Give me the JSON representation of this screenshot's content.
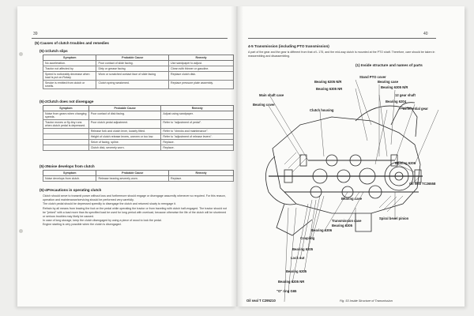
{
  "left_page": {
    "page_number": "39",
    "section_title": "(5) Causes of clutch troubles and remedies",
    "sub1": {
      "title": "(5)-1Clutch slips",
      "headers": [
        "Symptom",
        "Probable Cause",
        "Remedy"
      ],
      "rows": [
        [
          "No acceleration.",
          "Poor contact of slide facing.",
          "Use sandpaper to adjust."
        ],
        [
          "Tractor not affected by",
          "Dirty or grease facing",
          "Clean with thinner or gasoline."
        ],
        [
          "Speed is noticeably decrease when load is put on.Rotary",
          "Worn or scratched contact face of slide facing",
          "Replace clutch disk."
        ],
        [
          "Smoke is emitted from clutch or smells.",
          "Clutch spring weakened.",
          "Replace pressure plate assembly."
        ]
      ]
    },
    "sub2": {
      "title": "(5)-2Clutch does not disengage",
      "headers": [
        "Symptom",
        "Probable Cause",
        "Remedy"
      ],
      "rows": [
        [
          "Noise from gears when changing speeds.",
          "Poor contact of disk facing.",
          "Adjust using sandpaper."
        ],
        [
          "Tractor moves or fly-tiny runs when clutch pedal is depressed.",
          "Poor clutch pedal adjustment.",
          "Refer to \"adjustment of pedal\"."
        ],
        [
          "",
          "Release fork and clutch lever, loosely fitted.",
          "Refer to \"checks and maintenance\"."
        ],
        [
          "",
          "Height of clutch release levers, uneven or too low.",
          "Refer to \"adjustment of release levers\"."
        ],
        [
          "",
          "Seize of facing, spline.",
          "Replace."
        ],
        [
          "",
          "Clutch disk, severely worn.",
          "Replace."
        ]
      ]
    },
    "sub3": {
      "title": "(5)-3Noise develops from clutch",
      "headers": [
        "Symptom",
        "Probable Cause",
        "Remedy"
      ],
      "rows": [
        [
          "Noise develops from clutch.",
          "Release bearing severely worn.",
          "Replace."
        ]
      ]
    },
    "sub4": {
      "title": "(5)-4Precautions in operating clutch",
      "text": "Clutch should serve to transmit power without loss and furthermore should engage or disengage assuredly whenever so required. For this reason, operation and maintenance/servicing should be performed very carefully.\nThe clutch pedal should be depressed speedily to disengage the clutch and returned slowly to reengage it.\nRefrain by all means from leaving the foot on the pedal while operating the tractor or from traveling with clutch half-engaged. The tractor should not be \"jerked\" with a load more than its specified load be used for long period with overload, because otherwise the life of the clutch will be shortened or serious troubles may likely be caused.\nIn case of long storage, keep the clutch disengaged by using a piece of wood to lock the pedal.\nEngine starting is very possible when the clutch is disengaged."
    }
  },
  "right_page": {
    "page_number": "40",
    "section_title": "4-5 Transmission (including PTO transmission)",
    "intro": "A part of the gear and the gear is different from that of L 175, and the mid-way clutch is mounted at the PTO shaft. Therefore, care should be taken in reassembling and disassembling.",
    "sub_title": "(1) Inside structure and names of parts",
    "labels": [
      "Stand PTO cover",
      "Bearing 6205 N/R",
      "Bearing case",
      "Bearing 6305 N/R",
      "Bearing 6305 NR",
      "Main shaft case",
      "12 gear shaft",
      "Bearing 6204",
      "Bearing cover",
      "Differential gear",
      "Clutch housing",
      "Bearing 6206",
      "Oil seal TC26558",
      "Bearing case",
      "Transmission case",
      "Spiral bevel pinion",
      "Bearing 6305",
      "Bearing 6306",
      "Coupling",
      "Bearing 6205",
      "Lock nut",
      "Bearing 6205",
      "Bearing 6205 NR",
      "\"O\" ring G65",
      "Oil seal T C295210"
    ],
    "caption": "Fig. 53 Inside Structure of Transmission"
  }
}
